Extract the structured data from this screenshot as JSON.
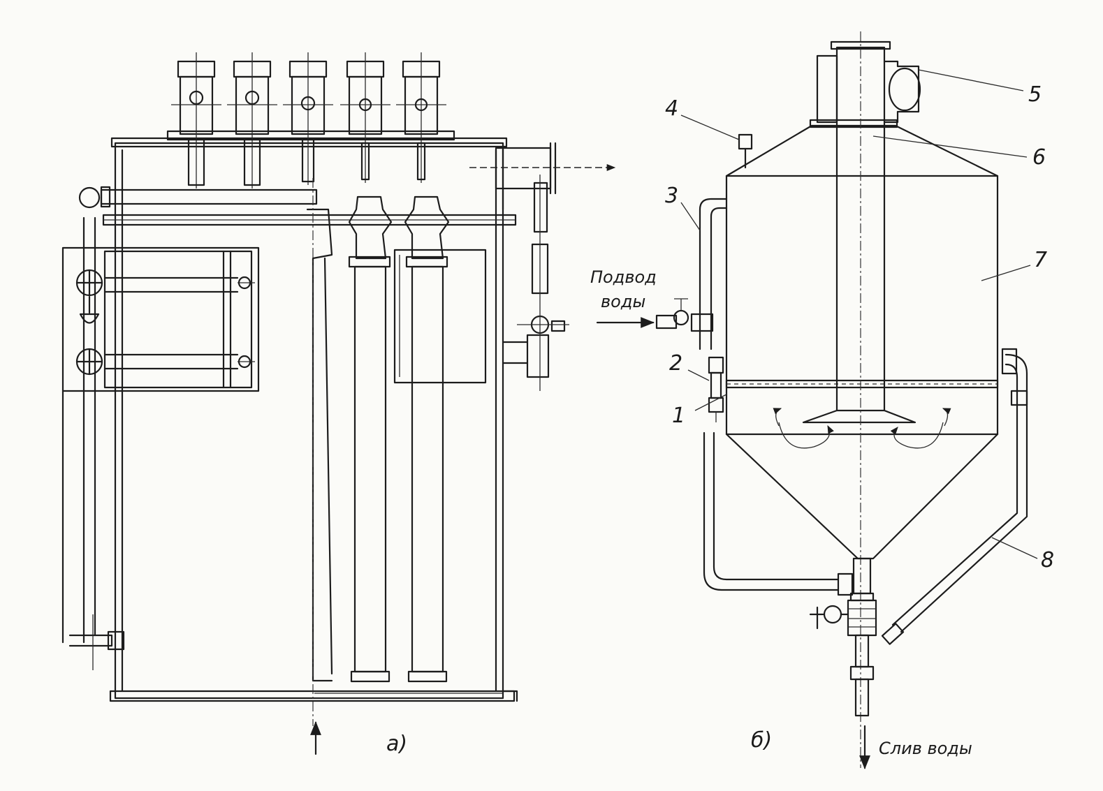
{
  "figure": {
    "label_a": "а)",
    "label_b": "б)",
    "text_water_inlet_line1": "Подвод",
    "text_water_inlet_line2": "воды",
    "text_water_drain": "Слив воды"
  },
  "callouts": [
    "1",
    "2",
    "3",
    "4",
    "5",
    "6",
    "7",
    "8"
  ],
  "colors": {
    "ink": "#1c1c1c",
    "paper": "#fbfbf8"
  },
  "icons": {
    "flow_arrow": "arrow-right-icon",
    "inlet_arrow": "arrow-up-icon",
    "drain_arrow": "arrow-down-icon"
  }
}
